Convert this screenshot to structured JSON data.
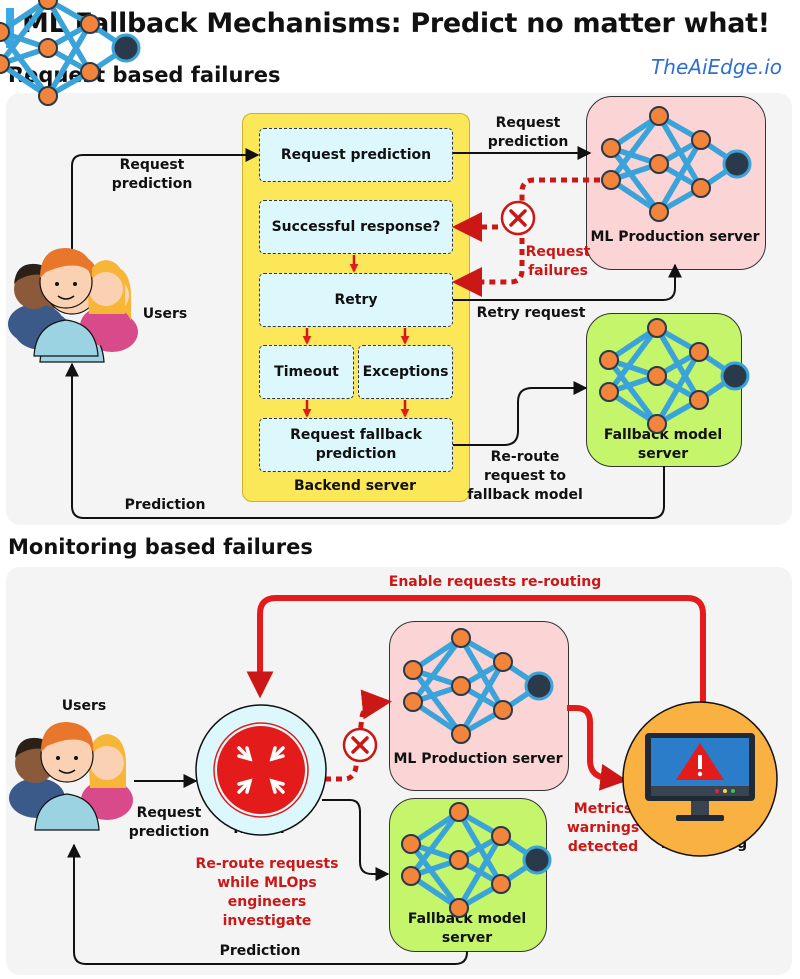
{
  "header": {
    "title": "ML Fallback Mechanisms: Predict no matter what!",
    "brand": "TheAiEdge.io"
  },
  "colors": {
    "accent_bar": "#39a9e8",
    "backend": "#fbe758",
    "box": "#dcf8fc",
    "prod_server": "#fbd4d6",
    "fallback_server": "#c4f56a",
    "failure_red": "#cc1717",
    "monitoring": "#f9b142"
  },
  "request_section": {
    "title": "Request based failures",
    "users_label": "Users",
    "edge_request_prediction": "Request prediction",
    "edge_request_prediction_to_server": "Request prediction",
    "edge_request_failures": "Request failures",
    "edge_retry_request": "Retry request",
    "edge_reroute": "Re-route request to fallback model",
    "edge_prediction": "Prediction",
    "backend": {
      "label": "Backend server",
      "box_request": "Request prediction",
      "box_success": "Successful response?",
      "box_retry": "Retry",
      "box_timeout": "Timeout",
      "box_exceptions": "Exceptions",
      "box_fallback": "Request fallback prediction"
    },
    "prod_server": "ML Production server",
    "fallback_server": "Fallback model server"
  },
  "monitoring_section": {
    "title": "Monitoring based failures",
    "users_label": "Users",
    "edge_request_prediction": "Request prediction",
    "router_label": "Router",
    "edge_enable_rerouting": "Enable requests re-routing",
    "reroute_note": "Re-route requests while MLOps engineers investigate",
    "metrics_note": "Metrics warnings detected",
    "monitoring_label": "Monitoring",
    "prod_server": "ML Production server",
    "fallback_server": "Fallback model server",
    "edge_prediction": "Prediction"
  }
}
